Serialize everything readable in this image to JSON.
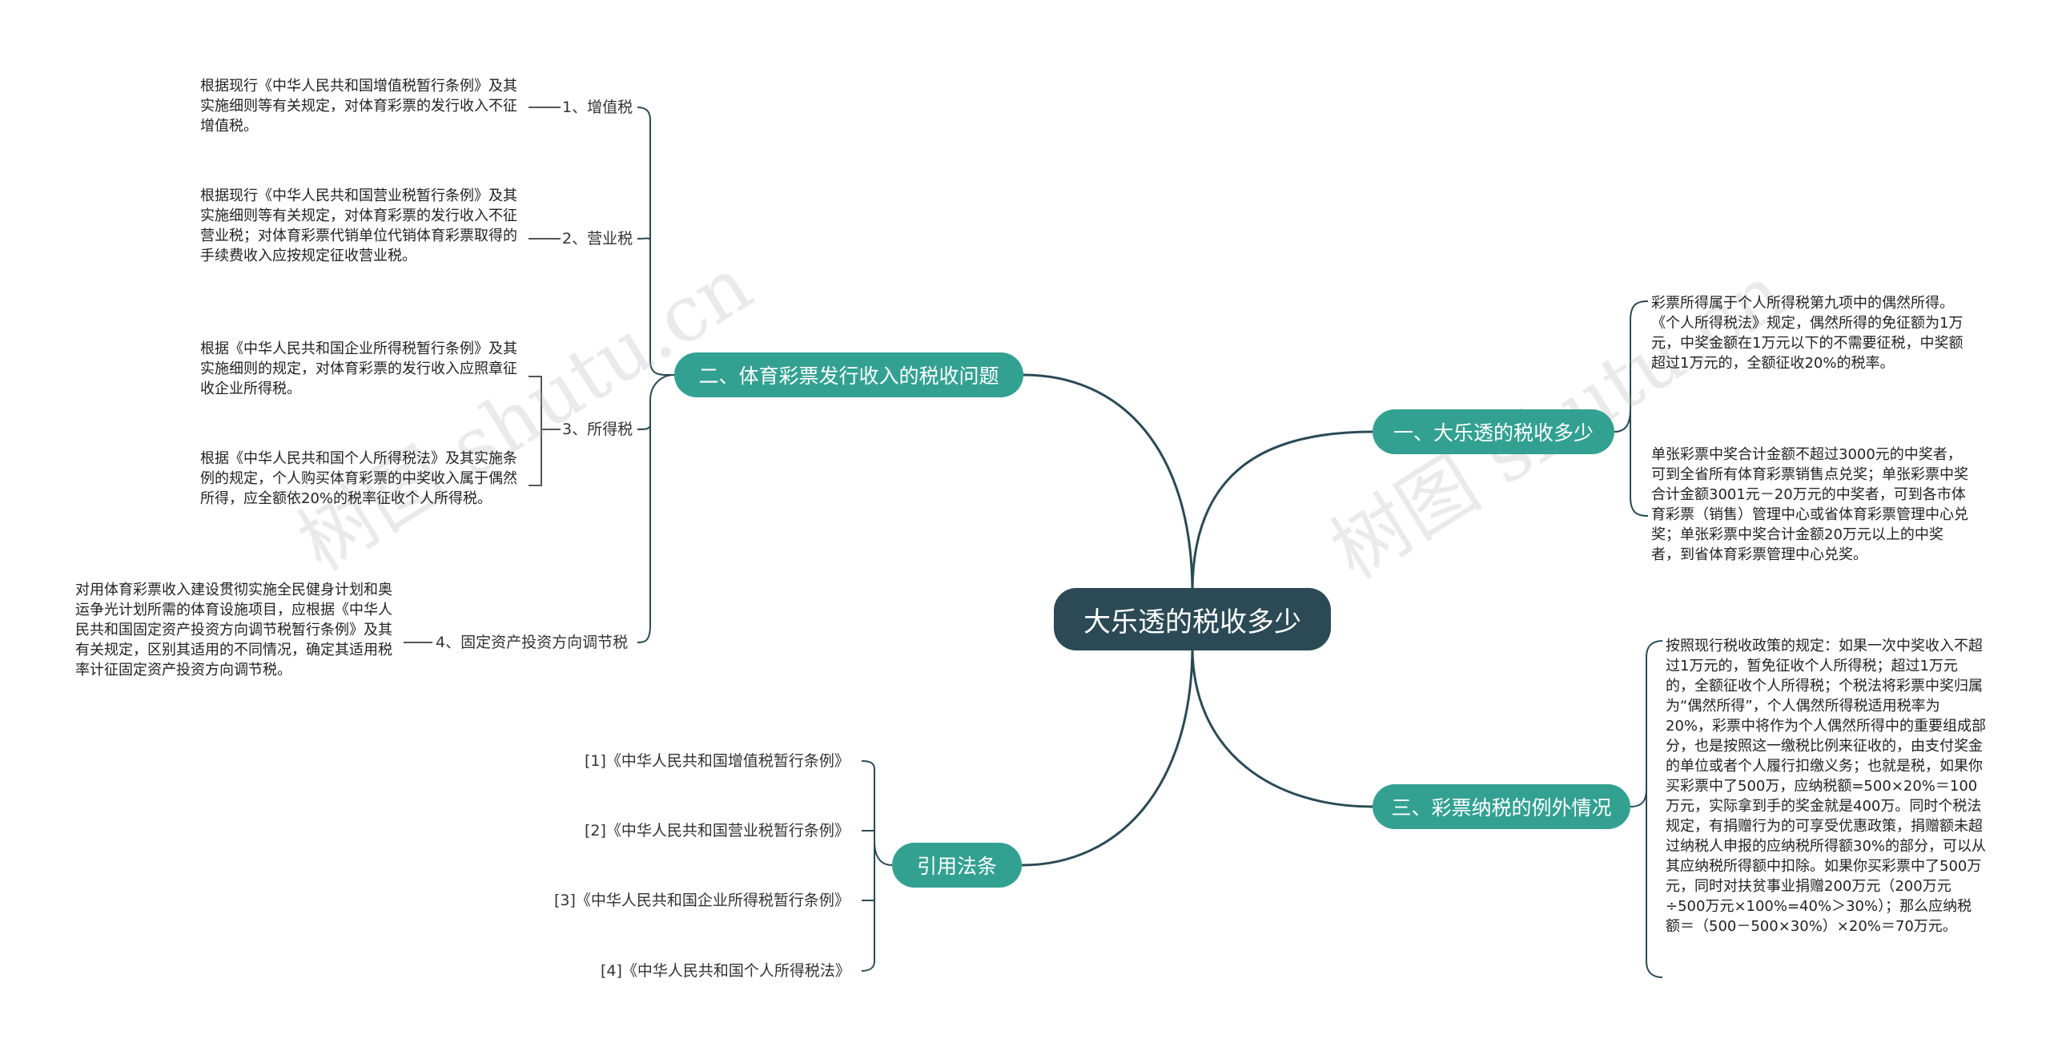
{
  "root": "大乐透的税收多少",
  "watermark": "树图 shutu.cn",
  "colors": {
    "root": "#2b4a55",
    "branch": "#33a191",
    "line": "#2b4a55",
    "leaf_line": "#555555"
  },
  "branches": {
    "b1": {
      "label": "一、大乐透的税收多少",
      "paras": [
        "彩票所得属于个人所得税第九项中的偶然所得。《个人所得税法》规定，偶然所得的免征额为1万元，中奖金额在1万元以下的不需要征税，中奖额超过1万元的，全额征收20%的税率。",
        "单张彩票中奖合计金额不超过3000元的中奖者，可到全省所有体育彩票销售点兑奖；单张彩票中奖合计金额3001元－20万元的中奖者，可到各市体育彩票（销售）管理中心或省体育彩票管理中心兑奖；单张彩票中奖合计金额20万元以上的中奖者，到省体育彩票管理中心兑奖。"
      ]
    },
    "b2": {
      "label": "二、体育彩票发行收入的税收问题",
      "items": [
        {
          "label": "1、增值税",
          "paras": [
            "根据现行《中华人民共和国增值税暂行条例》及其实施细则等有关规定，对体育彩票的发行收入不征增值税。"
          ]
        },
        {
          "label": "2、营业税",
          "paras": [
            "根据现行《中华人民共和国营业税暂行条例》及其实施细则等有关规定，对体育彩票的发行收入不征营业税；对体育彩票代销单位代销体育彩票取得的手续费收入应按规定征收营业税。"
          ]
        },
        {
          "label": "3、所得税",
          "paras": [
            "根据《中华人民共和国企业所得税暂行条例》及其实施细则的规定，对体育彩票的发行收入应照章征收企业所得税。",
            "根据《中华人民共和国个人所得税法》及其实施条例的规定，个人购买体育彩票的中奖收入属于偶然所得，应全额依20%的税率征收个人所得税。"
          ]
        },
        {
          "label": "4、固定资产投资方向调节税",
          "paras": [
            "对用体育彩票收入建设贯彻实施全民健身计划和奥运争光计划所需的体育设施项目，应根据《中华人民共和国固定资产投资方向调节税暂行条例》及其有关规定，区别其适用的不同情况，确定其适用税率计征固定资产投资方向调节税。"
          ]
        }
      ]
    },
    "b3": {
      "label": "三、彩票纳税的例外情况",
      "paras": [
        "按照现行税收政策的规定：如果一次中奖收入不超过1万元的，暂免征收个人所得税；超过1万元的，全额征收个人所得税；个税法将彩票中奖归属为“偶然所得”，个人偶然所得税适用税率为20%，彩票中将作为个人偶然所得中的重要组成部分，也是按照这一缴税比例来征收的，由支付奖金的单位或者个人履行扣缴义务；也就是税，如果你买彩票中了500万，应纳税额=500×20%＝100万元，实际拿到手的奖金就是400万。同时个税法规定，有捐赠行为的可享受优惠政策，捐赠额未超过纳税人申报的应纳税所得额30%的部分，可以从其应纳税所得额中扣除。如果你买彩票中了500万元，同时对扶贫事业捐赠200万元（200万元÷500万元×100%=40%＞30%）；那么应纳税额＝（500－500×30%）×20%＝70万元。"
      ]
    },
    "b4": {
      "label": "引用法条",
      "items": [
        "[1]《中华人民共和国增值税暂行条例》",
        "[2]《中华人民共和国营业税暂行条例》",
        "[3]《中华人民共和国企业所得税暂行条例》",
        "[4]《中华人民共和国个人所得税法》"
      ]
    }
  }
}
